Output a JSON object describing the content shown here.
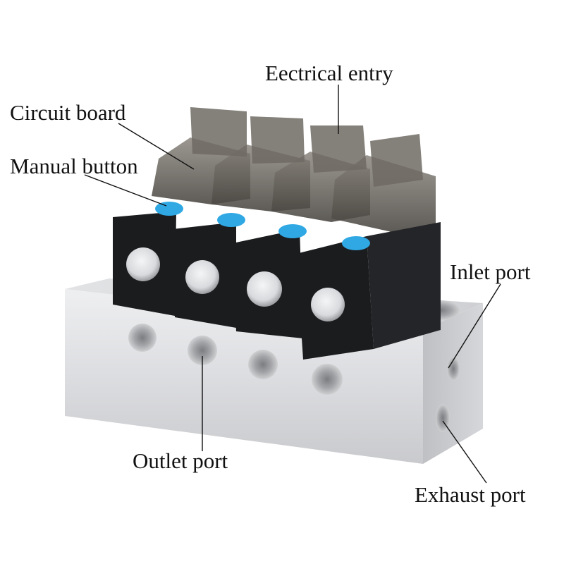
{
  "labels": {
    "circuit_board": "Circuit board",
    "manual_button": "Manual button",
    "electrical_entry": "Eectrical entry",
    "inlet_port": "Inlet port",
    "outlet_port": "Outlet port",
    "exhaust_port": "Exhaust port"
  },
  "colors": {
    "background": "#ffffff",
    "manifold": "#d9dadc",
    "valve_body": "#1b1c1e",
    "cover": "#6a6660",
    "manual_button": "#2fa8e4",
    "label_text": "#111111"
  },
  "valve_count": 4
}
